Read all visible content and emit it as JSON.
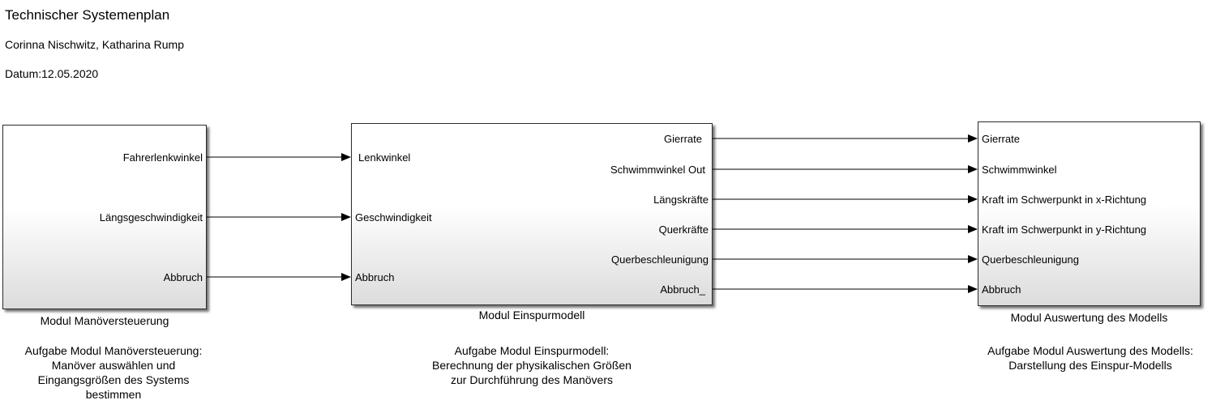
{
  "header": {
    "title": "Technischer Systemenplan",
    "authors": "Corinna Nischwitz, Katharina Rump",
    "date": "Datum:12.05.2020"
  },
  "blocks": [
    {
      "name": "Modul Manöversteuerung",
      "inputs": [],
      "outputs": [
        "Fahrerlenkwinkel",
        "Längsgeschwindigkeit",
        "Abbruch"
      ],
      "description": [
        "Aufgabe Modul Manöversteuerung:",
        "Manöver auswählen und",
        "Eingangsgrößen des Systems",
        "bestimmen"
      ]
    },
    {
      "name": "Modul Einspurmodell",
      "inputs": [
        "Lenkwinkel",
        "Geschwindigkeit",
        "Abbruch"
      ],
      "outputs": [
        "Gierrate",
        "Schwimmwinkel Out",
        "Längskräfte",
        "Querkräfte",
        "Querbeschleunigung",
        "Abbruch_"
      ],
      "description": [
        "Aufgabe Modul Einspurmodell:",
        "Berechnung der physikalischen Größen",
        "zur Durchführung des Manövers"
      ]
    },
    {
      "name": "Modul Auswertung des Modells",
      "inputs": [
        "Gierrate",
        "Schwimmwinkel",
        "Kraft im Schwerpunkt in x-Richtung",
        "Kraft im Schwerpunkt in y-Richtung",
        "Querbeschleunigung",
        "Abbruch"
      ],
      "outputs": [],
      "description": [
        "Aufgabe Modul Auswertung des Modells:",
        "Darstellung des Einspur-Modells"
      ]
    }
  ],
  "colors": {
    "line": "#000000",
    "border": "#2b2b2b",
    "gradient_end": "#dcdcdc"
  }
}
